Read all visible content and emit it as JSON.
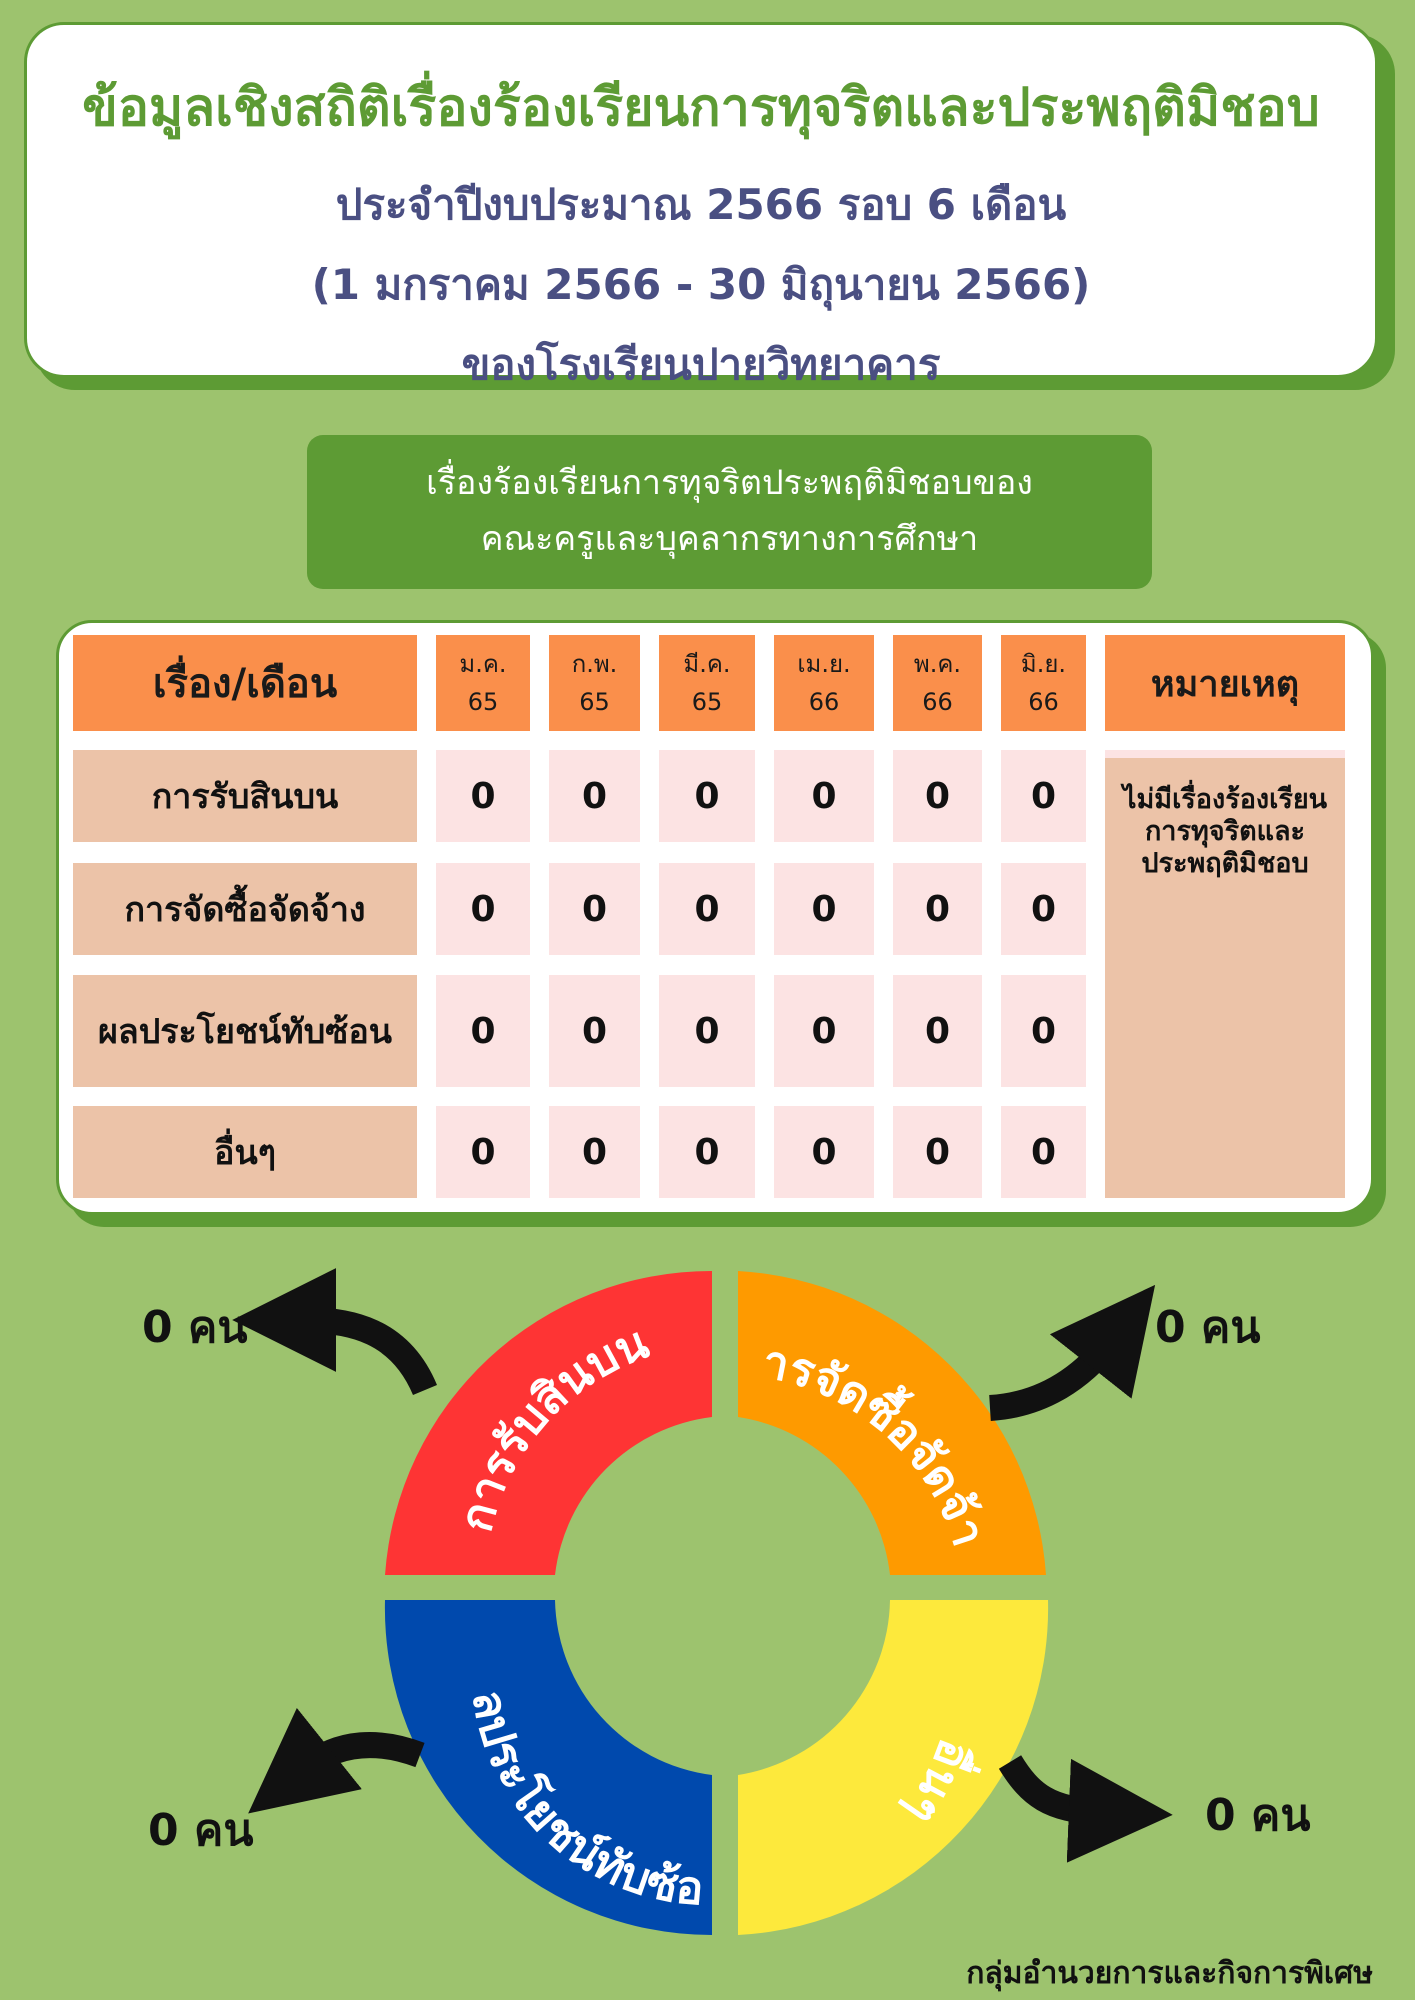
{
  "header": {
    "title": "ข้อมูลเชิงสถิติเรื่องร้องเรียนการทุจริตและประพฤติมิชอบ",
    "line1": "ประจำปีงบประมาณ 2566 รอบ 6 เดือน",
    "line2": "(1 มกราคม 2566 -  30 มิถุนายน 2566)",
    "line3": "ของโรงเรียนปายวิทยาคาร"
  },
  "banner": {
    "line1": "เรื่องร้องเรียนการทุจริตประพฤติมิชอบของ",
    "line2": "คณะครูและบุคลากรทางการศึกษา"
  },
  "table": {
    "topic_header": "เรื่อง/เดือน",
    "note_header": "หมายเหตุ",
    "months": [
      {
        "m": "ม.ค.",
        "y": "65"
      },
      {
        "m": "ก.พ.",
        "y": "65"
      },
      {
        "m": "มี.ค.",
        "y": "65"
      },
      {
        "m": "เม.ย.",
        "y": "66"
      },
      {
        "m": "พ.ค.",
        "y": "66"
      },
      {
        "m": "มิ.ย.",
        "y": "66"
      }
    ],
    "rows": [
      {
        "label": "การรับสินบน",
        "values": [
          "0",
          "0",
          "0",
          "0",
          "0",
          "0"
        ]
      },
      {
        "label": "การจัดซื้อจัดจ้าง",
        "values": [
          "0",
          "0",
          "0",
          "0",
          "0",
          "0"
        ]
      },
      {
        "label": "ผลประโยชน์ทับซ้อน",
        "values": [
          "0",
          "0",
          "0",
          "0",
          "0",
          "0"
        ]
      },
      {
        "label": "อื่นๆ",
        "values": [
          "0",
          "0",
          "0",
          "0",
          "0",
          "0"
        ]
      }
    ],
    "note_lines": [
      "ไม่มีเรื่องร้องเรียน",
      "การทุจริตและ",
      "ประพฤติมิชอบ"
    ]
  },
  "ring": {
    "bribery": {
      "label": "การรับสินบน",
      "color": "#fe3434",
      "count": "0 คน"
    },
    "procurement": {
      "label": "การจัดซื้อจัดจ้าง",
      "color": "#fe9a00",
      "count": "0 คน"
    },
    "conflict": {
      "label": "ผลประโยชน์ทับซ้อน",
      "color": "#0049ad",
      "count": "0 คน"
    },
    "other": {
      "label": "อื่นๆ",
      "color": "#fde93c",
      "count": "0 คน"
    }
  },
  "footer": "กลุ่มอำนวยการและกิจการพิเศษ",
  "colors": {
    "background": "#9dc36e",
    "accent_green": "#5d9b34",
    "header_orange": "#fa8f4b",
    "label_peach": "#ecc3a8",
    "value_pink": "#fce3e3",
    "subtitle_navy": "#4a4f82"
  }
}
